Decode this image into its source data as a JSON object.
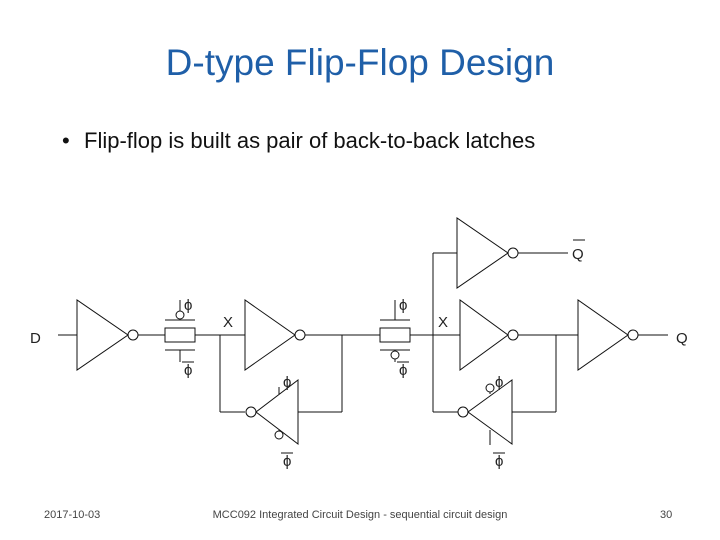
{
  "slide": {
    "title": "D-type Flip-Flop Design",
    "bullet_symbol": "•",
    "bullet": "Flip-flop is built as pair of back-to-back latches"
  },
  "circuit": {
    "labels": {
      "input_d": "D",
      "node_x1": "X",
      "node_x2": "X",
      "output_q": "Q",
      "output_qbar": "Q",
      "phi": "ϕ"
    },
    "colors": {
      "wire": "#111111"
    }
  },
  "footer": {
    "date": "2017-10-03",
    "course": "MCC092 Integrated Circuit Design - sequential circuit design",
    "page": "30"
  }
}
